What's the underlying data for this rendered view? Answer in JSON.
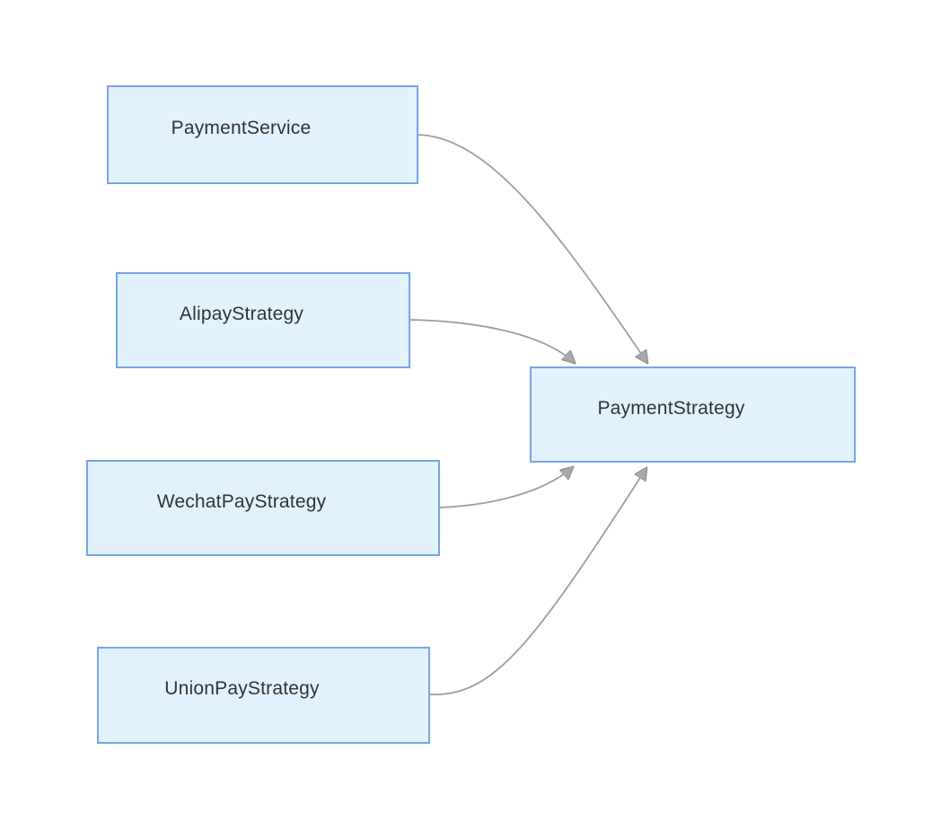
{
  "diagram": {
    "type": "flowchart",
    "direction": "left-to-right",
    "nodes": [
      {
        "id": "paymentService",
        "label": "PaymentService"
      },
      {
        "id": "alipayStrategy",
        "label": "AlipayStrategy"
      },
      {
        "id": "wechatPayStrategy",
        "label": "WechatPayStrategy"
      },
      {
        "id": "unionPayStrategy",
        "label": "UnionPayStrategy"
      },
      {
        "id": "paymentStrategy",
        "label": "PaymentStrategy"
      }
    ],
    "edges": [
      {
        "from": "PaymentService",
        "to": "PaymentStrategy",
        "style": "curved",
        "arrowhead": "triangle"
      },
      {
        "from": "AlipayStrategy",
        "to": "PaymentStrategy",
        "style": "curved",
        "arrowhead": "triangle"
      },
      {
        "from": "WechatPayStrategy",
        "to": "PaymentStrategy",
        "style": "curved",
        "arrowhead": "triangle"
      },
      {
        "from": "UnionPayStrategy",
        "to": "PaymentStrategy",
        "style": "curved",
        "arrowhead": "triangle"
      }
    ],
    "colors": {
      "node_fill": "#e1f2fd",
      "node_border": "#7ba3e8",
      "edge_line": "#9e9e9e",
      "arrowhead_fill": "#a9a9a9",
      "text": "#333333",
      "background": "#ffffff"
    }
  }
}
